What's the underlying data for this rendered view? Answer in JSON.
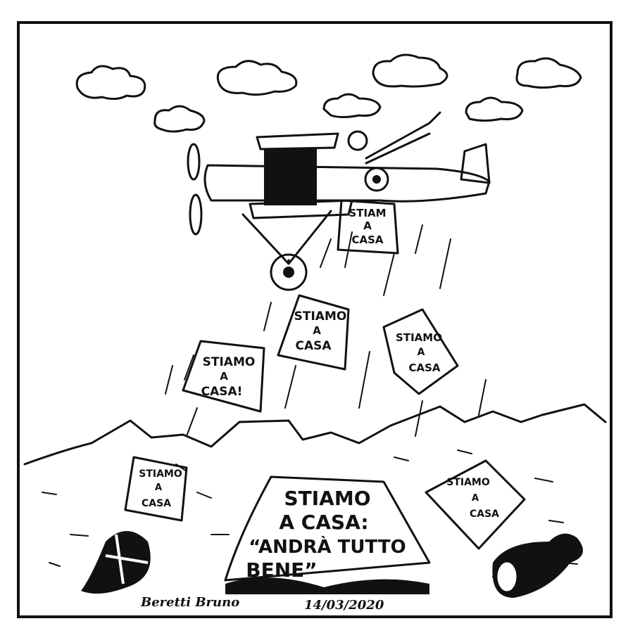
{
  "cartoon": {
    "plane_banner": [
      "STIAM",
      "A",
      "CASA"
    ],
    "leaflets": [
      {
        "lines": [
          "STIAMO",
          "A",
          "CASA"
        ]
      },
      {
        "lines": [
          "STIAMO",
          "A",
          "CASA!"
        ]
      },
      {
        "lines": [
          "STIAMO",
          "A",
          "CASA"
        ]
      },
      {
        "lines": [
          "STIAMO",
          "A",
          "CASA"
        ]
      },
      {
        "lines": [
          "STIAMO",
          "A",
          "CASA"
        ]
      }
    ],
    "big_sign": [
      "STIAMO",
      "A CASA:",
      "“ANDRÀ TUTTO",
      "BENE”"
    ],
    "signature": "Beretti Bruno",
    "date": "14/03/2020"
  }
}
